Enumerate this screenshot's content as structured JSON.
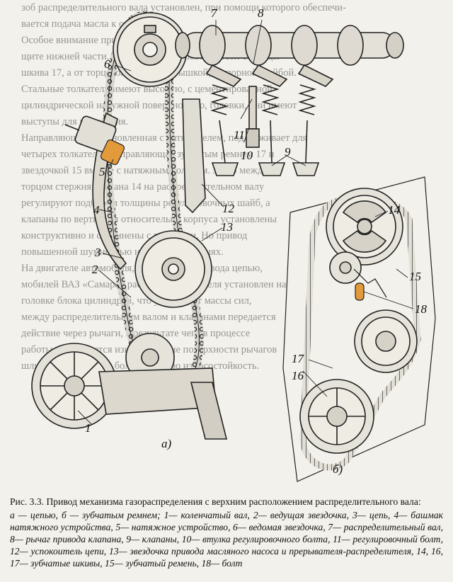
{
  "background_text": [
    "зоб распределительного вала установлен, при помощи которого обеспечи-",
    "вается подача масла к опорам.",
    "Особое внимание при эксплуатации двигателя уделяют за-",
    "щите нижней части, в торце рабочей поверхности ступицы",
    "шкива 17, а от торцевой части — крышкой, с опорной шайбой.",
    "Стальные толкатели имеют высокую, с цементированной",
    "цилиндрической наружной поверхностью, головки, они имеют",
    "выступы для натяжения.",
    "Направляющая, установленная с натяжителем, поддерживает для",
    "четырех толкателей направляющая зубчатым ремнем 17 и",
    "звездочкой 15 вместе с натяжным роликом. Зазор между",
    "торцом стержня клапана 14 на распределительном валу",
    "регулируют подбором толщины регулировочных шайб, а",
    "клапаны по вертикали относительно корпуса установлены",
    "конструктивно и соединены с рычагами. Но привод",
    "повышенной шумностью на зубчатых ремнях.",
    "На двигателе автомобиля, в отличие от привода цепью,",
    "мобилей ВАЗ «Самара» распредвал двигателя установлен на",
    "головке блока цилиндров, что уменьшает массы сил,",
    "между распределительным валом и клапанами передается",
    "действие через рычаги, в результате чего в процессе",
    "работы уменьшается износ. Рабочие поверхности рычагов",
    "шлифуются и имеют более высокую износостойкость."
  ],
  "figure": {
    "callouts": [
      "1",
      "2",
      "3",
      "4",
      "5",
      "6",
      "7",
      "8",
      "9",
      "10",
      "11",
      "12",
      "13",
      "14",
      "15",
      "16",
      "17",
      "18"
    ],
    "subfigure_a": "а)",
    "subfigure_b": "б)",
    "accent_color": "#e39a3b",
    "line_color": "#222222"
  },
  "caption": {
    "title": "Рис. 3.3. Привод механизма газораспределения с верхним расположением распределительного вала:",
    "legend": "а — цепью, б — зубчатым ремнем; 1— коленчатый вал, 2— ведущая звездочка, 3— цепь, 4— башмак натяжного устройства, 5— натяжное устройство, 6— ведомая звездочка, 7— распределительный вал, 8— рычаг привода клапана, 9— клапаны, 10— втулка регулировочного болта, 11— регулировочный болт, 12— успокоитель цепи, 13— звездочка привода масляного насоса и прерывателя-распределителя, 14, 16, 17— зубчатые шкивы, 15— зубчатый ремень, 18— болт"
  }
}
